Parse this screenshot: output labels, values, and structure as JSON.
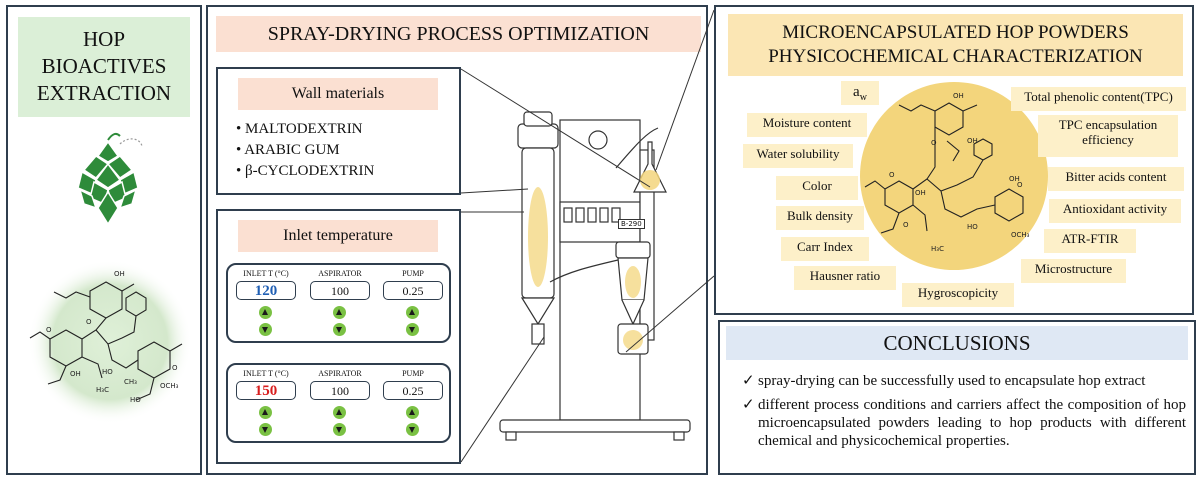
{
  "panel_extraction": {
    "title_line1": "HOP",
    "title_line2": "BIOACTIVES",
    "title_line3": "EXTRACTION"
  },
  "panel_process": {
    "title": "SPRAY-DRYING PROCESS OPTIMIZATION",
    "wall_materials": {
      "title": "Wall materials",
      "items": [
        "MALTODEXTRIN",
        "ARABIC GUM",
        "β-CYCLODEXTRIN"
      ]
    },
    "inlet": {
      "title": "Inlet temperature",
      "panels": [
        {
          "inlet_label": "INLET T (°C)",
          "inlet_value": "120",
          "aspirator_label": "ASPIRATOR",
          "aspirator_value": "100",
          "pump_label": "PUMP",
          "pump_value": "0.25",
          "color": "#1f5fb4"
        },
        {
          "inlet_label": "INLET T (°C)",
          "inlet_value": "150",
          "aspirator_label": "ASPIRATOR",
          "aspirator_value": "100",
          "pump_label": "PUMP",
          "pump_value": "0.25",
          "color": "#d81e1e"
        }
      ]
    },
    "device_badge": "B-290"
  },
  "panel_characterization": {
    "title_line1": "MICROENCAPSULATED HOP POWDERS",
    "title_line2": "PHYSICOCHEMICAL CHARACTERIZATION",
    "aw_symbol": "a",
    "aw_sub": "w",
    "properties": {
      "moisture": "Moisture content",
      "solubility": "Water solubility",
      "color": "Color",
      "bulk": "Bulk density",
      "carr": "Carr Index",
      "hausner": "Hausner ratio",
      "hygro": "Hygroscopicity",
      "tpc": "Total phenolic content(TPC)",
      "tpc_eff_line1": "TPC encapsulation",
      "tpc_eff_line2": "efficiency",
      "bitter": "Bitter acids content",
      "antiox": "Antioxidant activity",
      "atr": "ATR-FTIR",
      "micro": "Microstructure"
    }
  },
  "panel_conclusions": {
    "title": "CONCLUSIONS",
    "items": [
      "spray-drying can be successfully used to encapsulate hop extract",
      "different process conditions and carriers affect the composition of hop microencapsulated powders leading to hop products with different chemical and physicochemical properties."
    ]
  },
  "colors": {
    "border": "#2f3e4e",
    "title_fill_left": "#dbefd7",
    "title_fill_process": "#fbe0d2",
    "title_fill_char": "#fbe6b4",
    "title_fill_concl": "#dfe8f4",
    "tag_fill": "#fdf0c9",
    "circle_fill": "#f3d57c",
    "hop_green": "#2e8b3a"
  }
}
